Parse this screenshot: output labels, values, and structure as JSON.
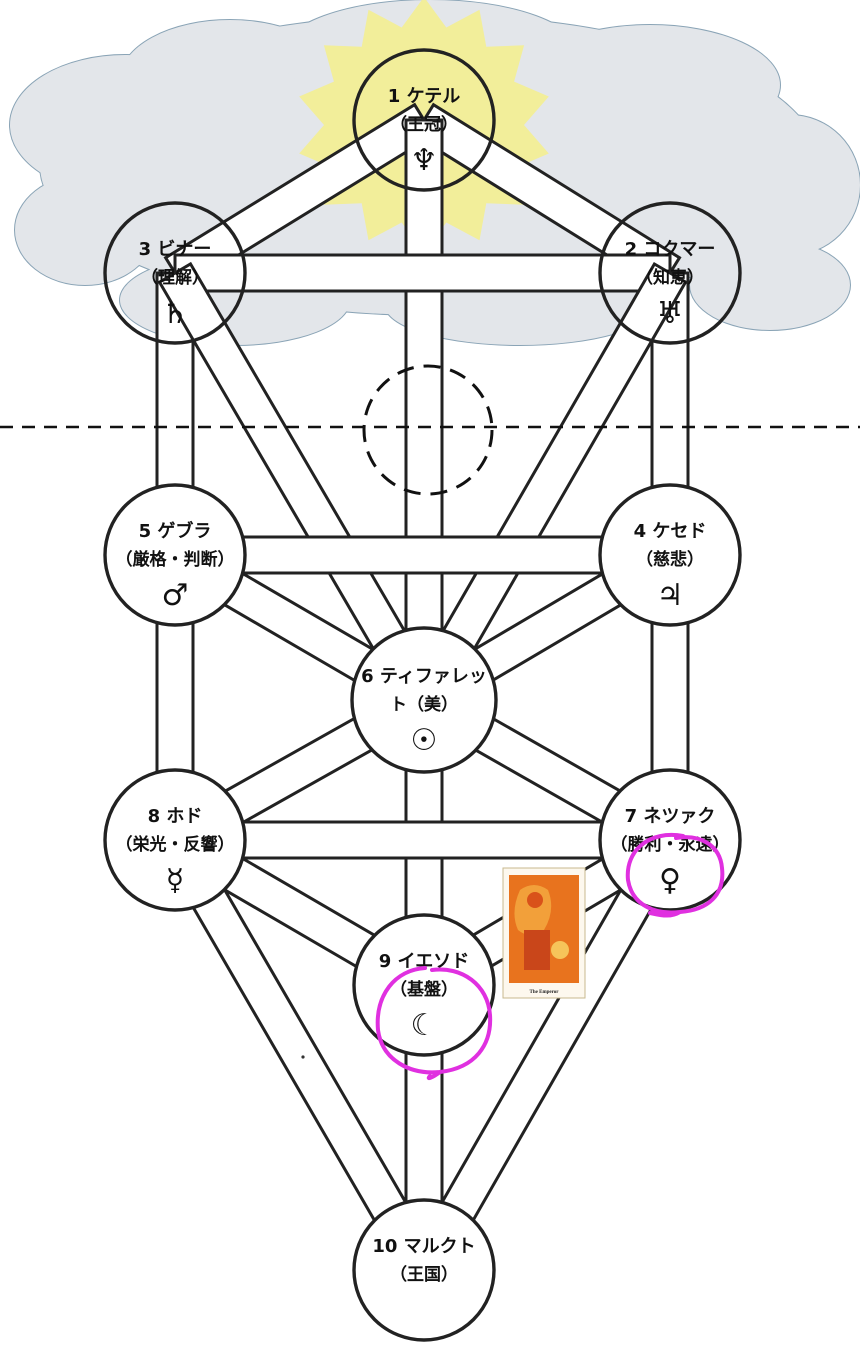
{
  "sephiroth": [
    {
      "id": "keter",
      "name": "1 ケテル",
      "sub": "（王冠）",
      "symbol": "♆"
    },
    {
      "id": "chokmah",
      "name": "2 コクマー",
      "sub": "（知恵）",
      "symbol": "♅"
    },
    {
      "id": "binah",
      "name": "3 ビナー",
      "sub": "（理解）",
      "symbol": "♄"
    },
    {
      "id": "chesed",
      "name": "4 ケセド",
      "sub": "（慈悲）",
      "symbol": "♃"
    },
    {
      "id": "geburah",
      "name": "5 ゲブラ",
      "sub": "（厳格・判断）",
      "symbol": "♂"
    },
    {
      "id": "tiphareth",
      "name": "6 ティファレッ",
      "sub": "ト（美）",
      "symbol": "☉"
    },
    {
      "id": "netzach",
      "name": "7 ネツァク",
      "sub": "（勝利・永遠）",
      "symbol": "♀"
    },
    {
      "id": "hod",
      "name": "8 ホド",
      "sub": "（栄光・反響）",
      "symbol": "☿"
    },
    {
      "id": "yesod",
      "name": "9 イエソド",
      "sub": "（基盤）",
      "symbol": "☾"
    },
    {
      "id": "malkuth",
      "name": "10 マルクト",
      "sub": "（王国）",
      "symbol": ""
    }
  ],
  "tarot_card": {
    "caption": "The Emperor"
  },
  "colors": {
    "cloud_fill": "#e3e6ea",
    "cloud_stroke": "#8aa4b6",
    "halo": "#f2ee9a",
    "highlight": "#e030e0",
    "card_orange": "#e8731e"
  }
}
